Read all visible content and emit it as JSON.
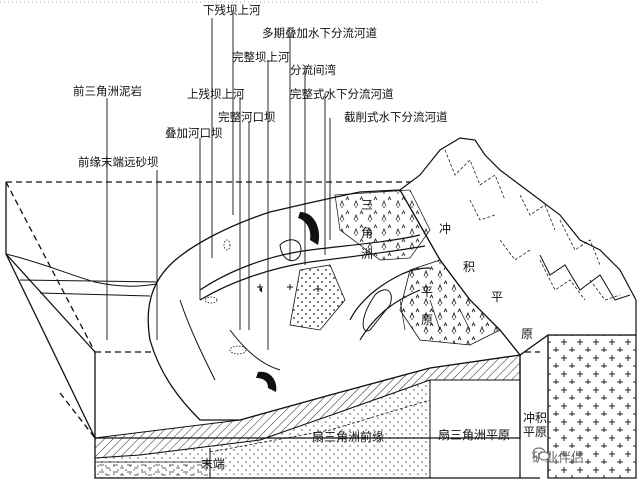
{
  "labels": {
    "lower_residual_bar": "下残坝上河",
    "multi_stage_channel": "多期叠加水下分流河道",
    "complete_bar_channel": "完整坝上河",
    "interdistributary_bay": "分流间湾",
    "complete_channel": "完整式水下分流河道",
    "prodelta_mudstone": "前三角洲泥岩",
    "upper_residual_bar": "上残坝上河",
    "truncated_channel": "截削式水下分流河道",
    "complete_mouth_bar": "完整河口坝",
    "stacked_mouth_bar": "叠加河口坝",
    "distal_bar": "前缘末端远砂坝",
    "fan_delta_front": "扇三角洲前缘",
    "fan_delta_plain": "扇三角洲平原",
    "alluvial_plain_b": "冲积平原",
    "terminal": "末端"
  },
  "vertical_labels": {
    "delta": [
      "三",
      "角",
      "洲"
    ],
    "alluvial_a": [
      "冲",
      "积",
      "平",
      "原"
    ],
    "plain_a": [
      "平",
      "原"
    ]
  },
  "watermark": "矿业伴侣"
}
